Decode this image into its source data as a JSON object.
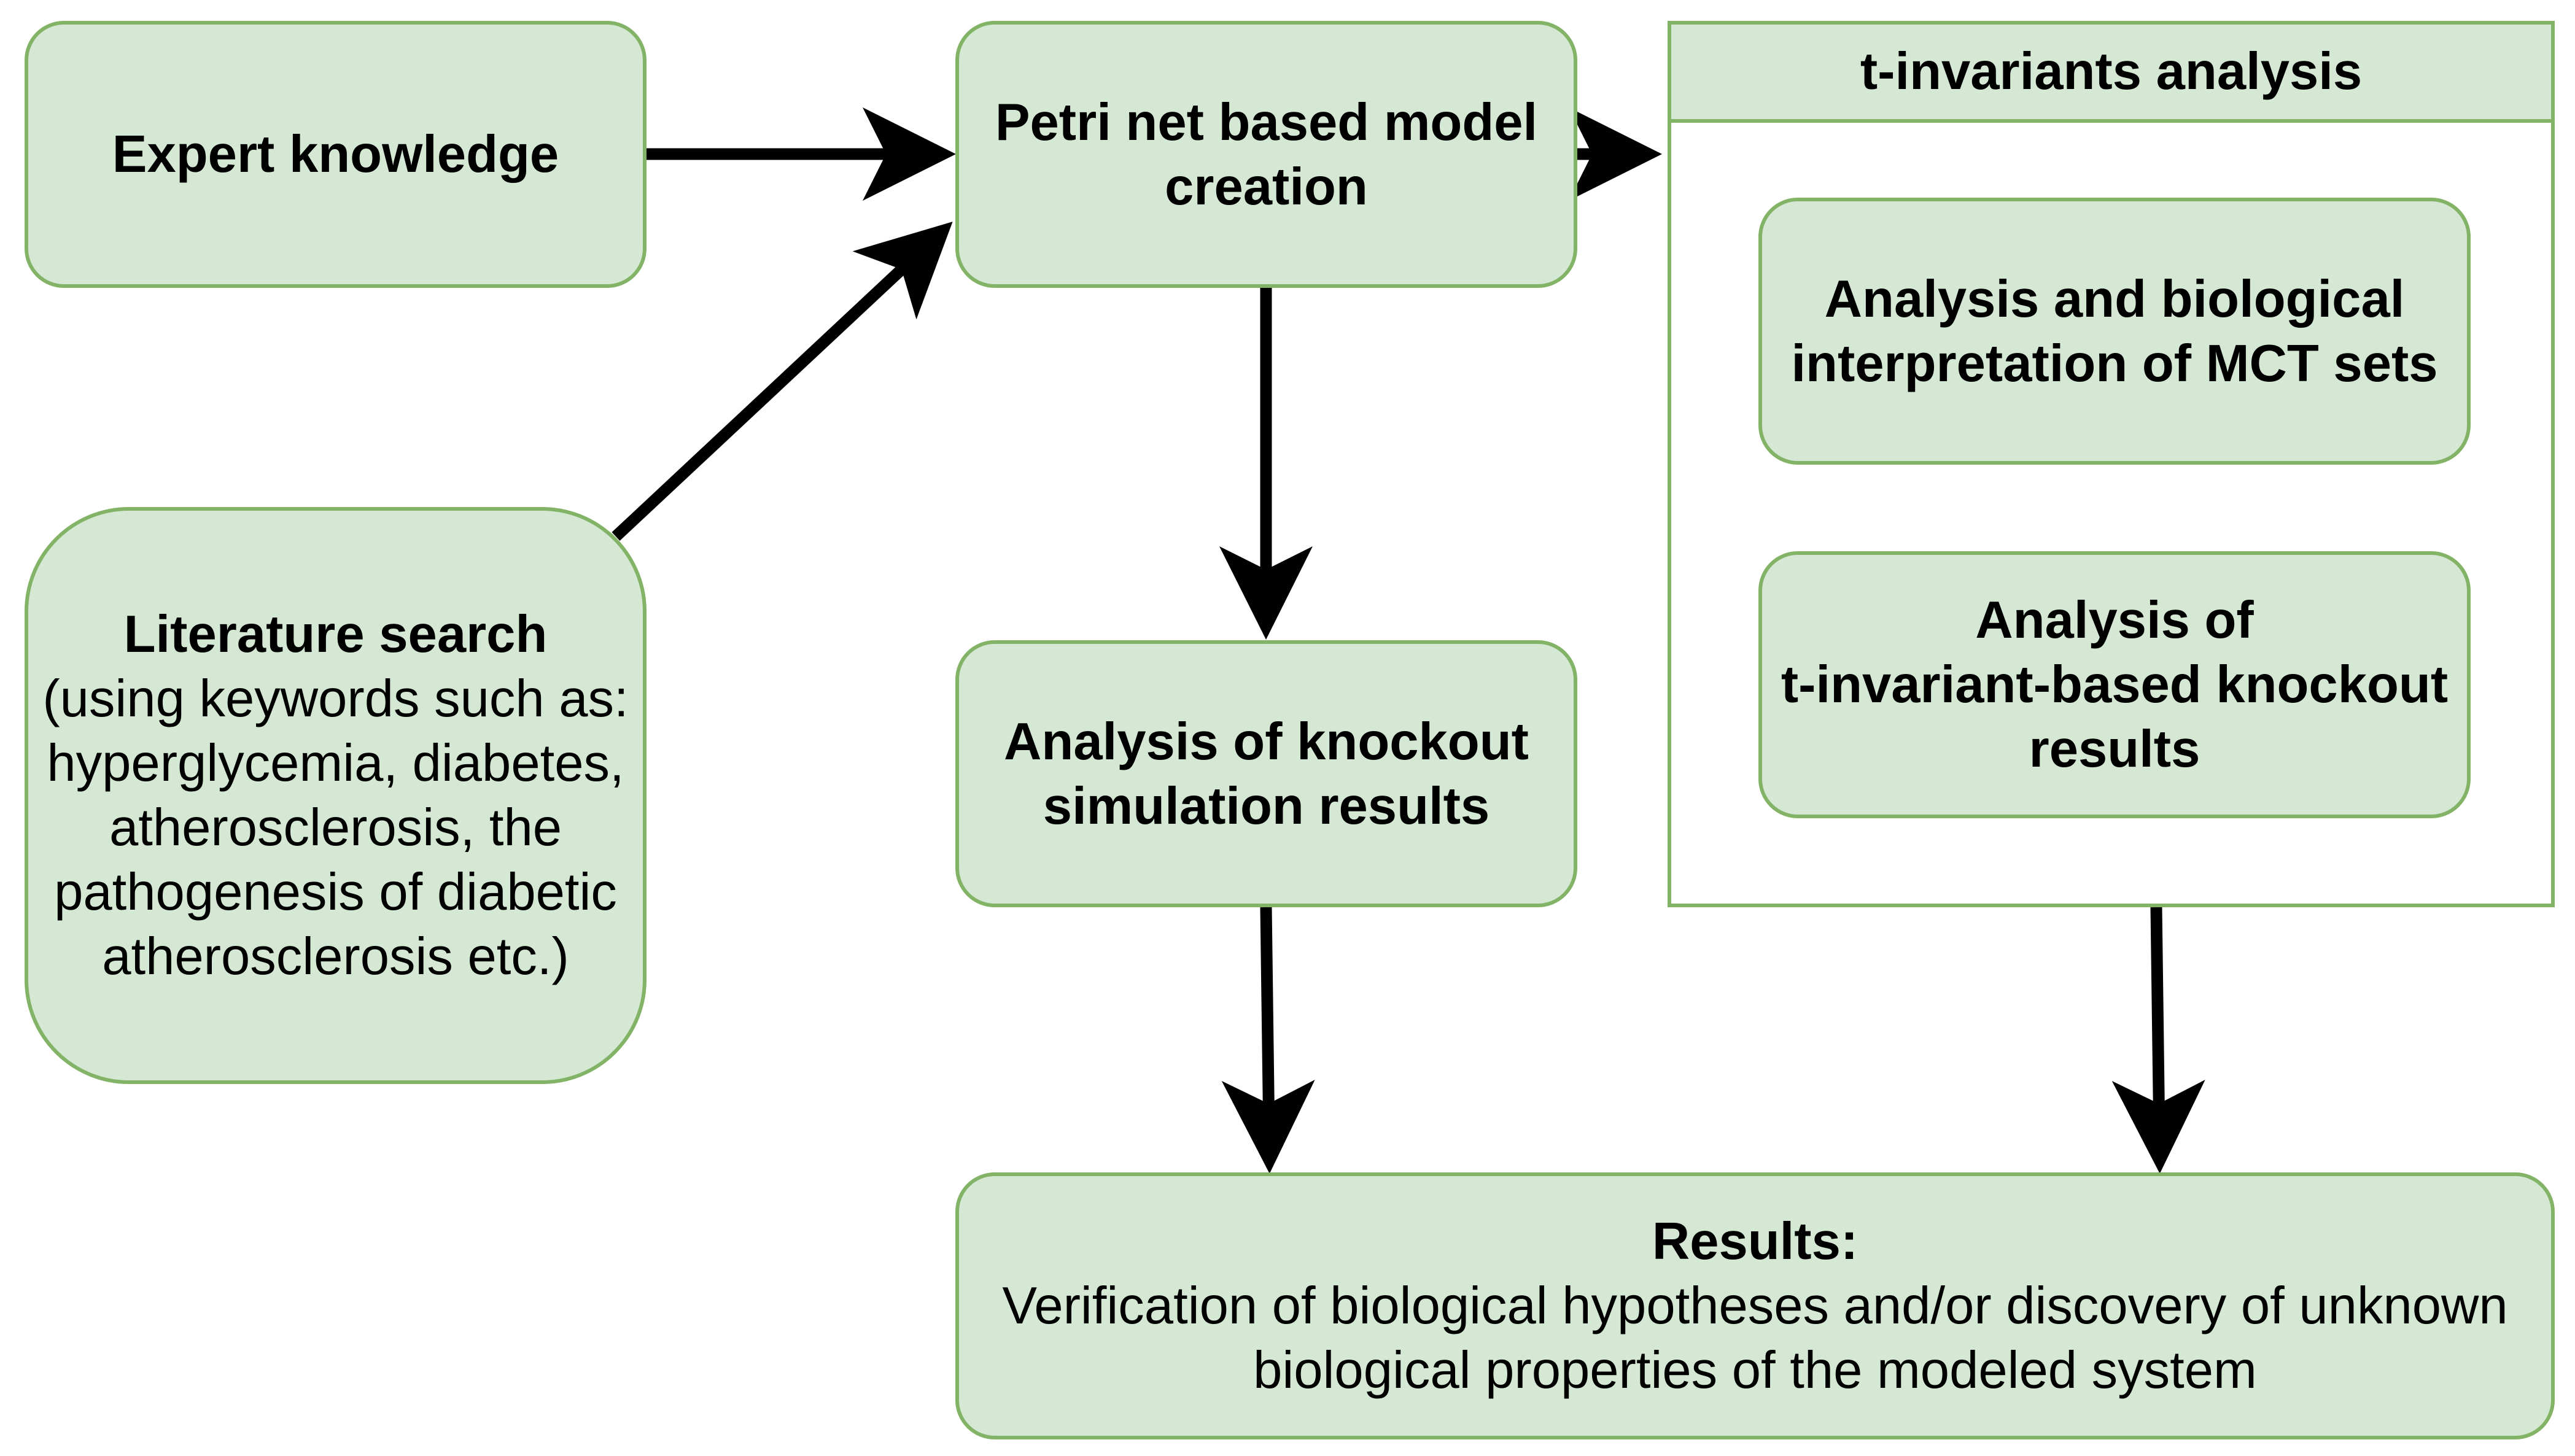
{
  "nodes": {
    "expert": {
      "label": "Expert knowledge"
    },
    "petri": {
      "lines": [
        "Petri net based model",
        "creation"
      ]
    },
    "literature": {
      "title": "Literature search",
      "lines": [
        "(using keywords such as:",
        "hyperglycemia, diabetes,",
        "atherosclerosis, the",
        "pathogenesis of diabetic",
        "atherosclerosis etc.)"
      ]
    },
    "knockout": {
      "lines": [
        "Analysis of knockout",
        "simulation results"
      ]
    },
    "tinvariants": {
      "header": "t-invariants analysis",
      "mct": {
        "lines": [
          "Analysis and biological",
          "interpretation of MCT sets"
        ]
      },
      "tinv_knockout": {
        "lines": [
          "Analysis of",
          "t-invariant-based knockout",
          "results"
        ]
      }
    },
    "results": {
      "title": "Results:",
      "lines": [
        "Verification of biological hypotheses and/or discovery of unknown",
        "biological properties of the modeled system"
      ]
    }
  },
  "colors": {
    "box_fill": "#d5e8d4",
    "box_border": "#82b366",
    "arrow": "#000000",
    "text": "#000000"
  }
}
